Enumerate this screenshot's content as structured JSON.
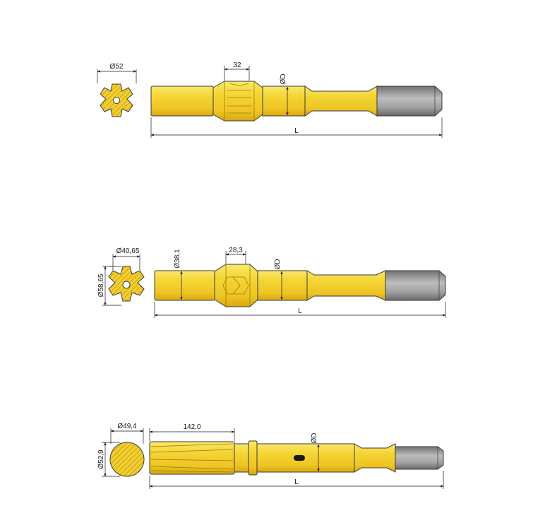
{
  "colors": {
    "shank_yellow": "#f2cf2f",
    "shank_shadow": "#d9a80f",
    "shank_highlight": "#fbe86a",
    "thread_gray": "#9e9e9e",
    "thread_dark": "#707070",
    "outline": "#3a3a3a"
  },
  "drawings": [
    {
      "name": "shank-adapter-1",
      "dims": {
        "end_dia": "Ø52",
        "spline_len": "32",
        "body_dia": "ØD",
        "length": "L"
      }
    },
    {
      "name": "shank-adapter-2",
      "dims": {
        "end_dia": "Ø40,65",
        "outer_dia": "Ø58,65",
        "neck_dia": "Ø38,1",
        "spline_len": "28,3",
        "body_dia": "ØD",
        "length": "L"
      }
    },
    {
      "name": "shank-adapter-3",
      "dims": {
        "end_dia": "Ø49,4",
        "outer_dia": "Ø52,9",
        "spline_len": "142,0",
        "body_dia": "ØD",
        "length": "L"
      }
    }
  ]
}
